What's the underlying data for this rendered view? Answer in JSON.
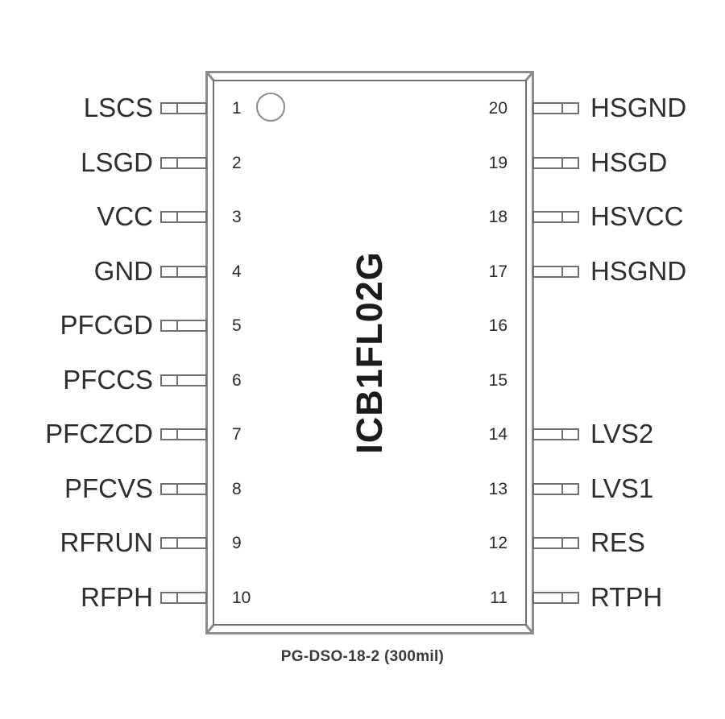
{
  "diagram": {
    "part_number": "ICB1FL02G",
    "package_caption": "PG-DSO-18-2 (300mil)",
    "pin1_marker": "pin-1-indicator-circle",
    "colors": {
      "outline": "#6f6f6f",
      "lead": "#707070",
      "text": "#2e2e2e",
      "background": "#ffffff"
    },
    "left_pins": [
      {
        "number": "1",
        "label": "LSCS",
        "has_lead": true
      },
      {
        "number": "2",
        "label": "LSGD",
        "has_lead": true
      },
      {
        "number": "3",
        "label": "VCC",
        "has_lead": true
      },
      {
        "number": "4",
        "label": "GND",
        "has_lead": true
      },
      {
        "number": "5",
        "label": "PFCGD",
        "has_lead": true
      },
      {
        "number": "6",
        "label": "PFCCS",
        "has_lead": true
      },
      {
        "number": "7",
        "label": "PFCZCD",
        "has_lead": true
      },
      {
        "number": "8",
        "label": "PFCVS",
        "has_lead": true
      },
      {
        "number": "9",
        "label": "RFRUN",
        "has_lead": true
      },
      {
        "number": "10",
        "label": "RFPH",
        "has_lead": true
      }
    ],
    "right_pins": [
      {
        "number": "20",
        "label": "HSGND",
        "has_lead": true
      },
      {
        "number": "19",
        "label": "HSGD",
        "has_lead": true
      },
      {
        "number": "18",
        "label": "HSVCC",
        "has_lead": true
      },
      {
        "number": "17",
        "label": "HSGND",
        "has_lead": true
      },
      {
        "number": "16",
        "label": "",
        "has_lead": false
      },
      {
        "number": "15",
        "label": "",
        "has_lead": false
      },
      {
        "number": "14",
        "label": "LVS2",
        "has_lead": true
      },
      {
        "number": "13",
        "label": "LVS1",
        "has_lead": true
      },
      {
        "number": "12",
        "label": "RES",
        "has_lead": true
      },
      {
        "number": "11",
        "label": "RTPH",
        "has_lead": true
      }
    ]
  }
}
